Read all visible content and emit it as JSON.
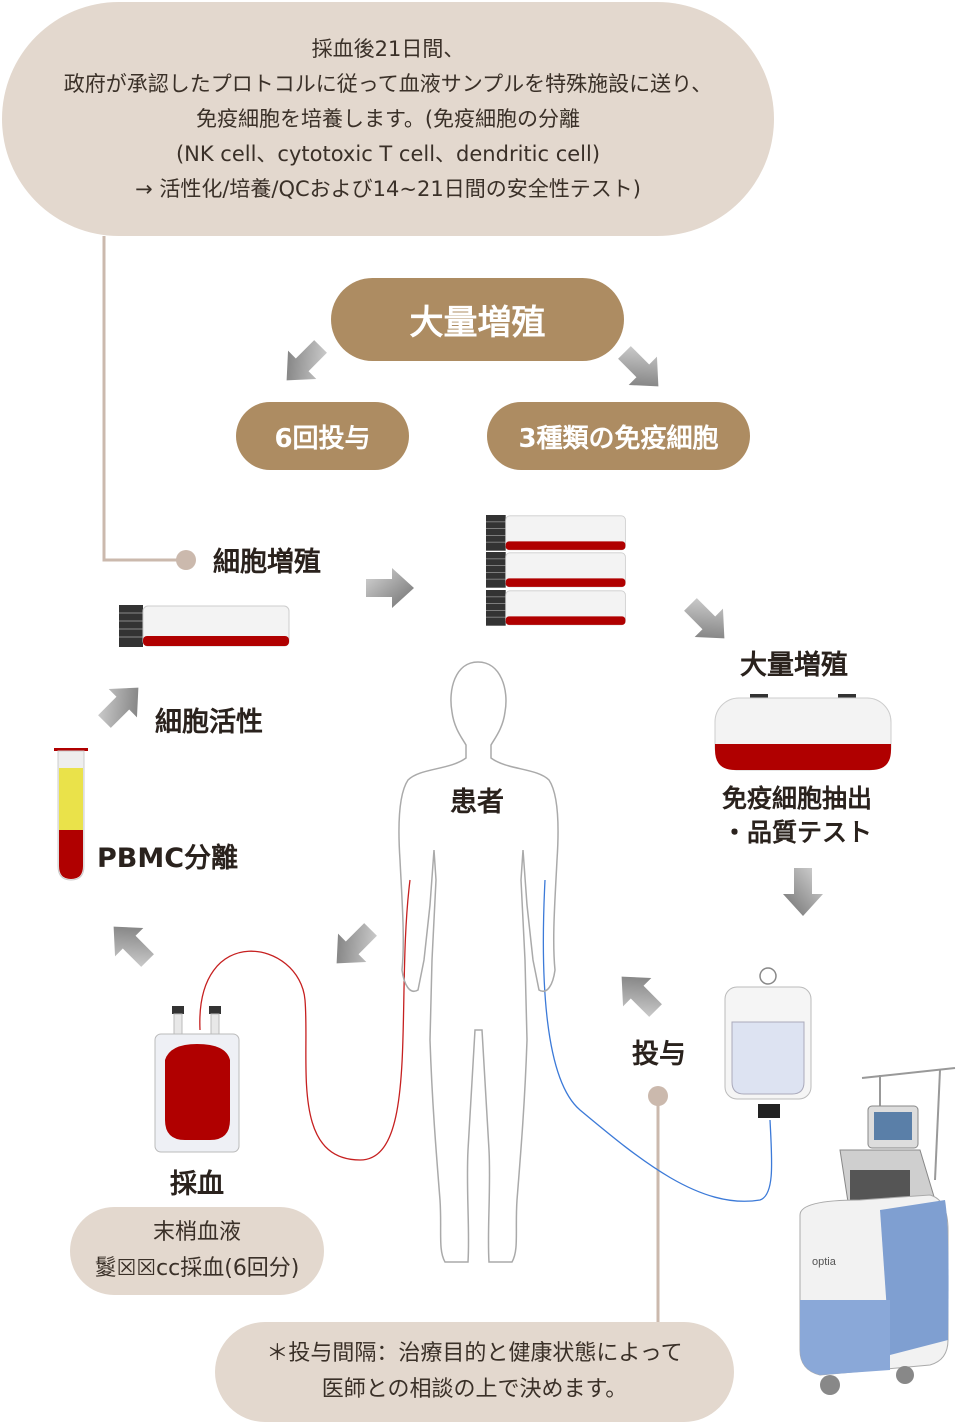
{
  "top_note": {
    "lines": [
      "採血後21日間、",
      "政府が承認したプロトコルに従って血液サンプルを特殊施設に送り、",
      "免疫細胞を培養します。(免疫細胞の分離",
      "(NK cell、cytotoxic T cell、dendritic cell)",
      "→ 活性化/培養/QCおよび14~21日間の安全性テスト)"
    ]
  },
  "mass_culture_pill": "大量増殖",
  "six_doses_pill": "6回投与",
  "three_cells_pill": "3種類の免疫細胞",
  "steps": {
    "cell_proliferation": "細胞増殖",
    "cell_activation": "細胞活性",
    "pbmc_separation": "PBMC分離",
    "blood_collection": "採血",
    "patient": "患者",
    "mass_proliferation": "大量増殖",
    "extraction_line1": "免疫細胞抽出",
    "extraction_line2": "・品質テスト",
    "administration": "投与"
  },
  "blood_note": {
    "line1": "末梢血液",
    "line2": "鬉☒☒cc採血(6回分)"
  },
  "bottom_note": {
    "line1": "＊投与間隔：治療目的と健康状態によって",
    "line2": "医師との相談の上で決めます。"
  },
  "machine_brand": "optia",
  "colors": {
    "bubble": "#e3d8ce",
    "pill": "#ad8c62",
    "blood": "#b00000",
    "line": "#cbb9ad"
  }
}
